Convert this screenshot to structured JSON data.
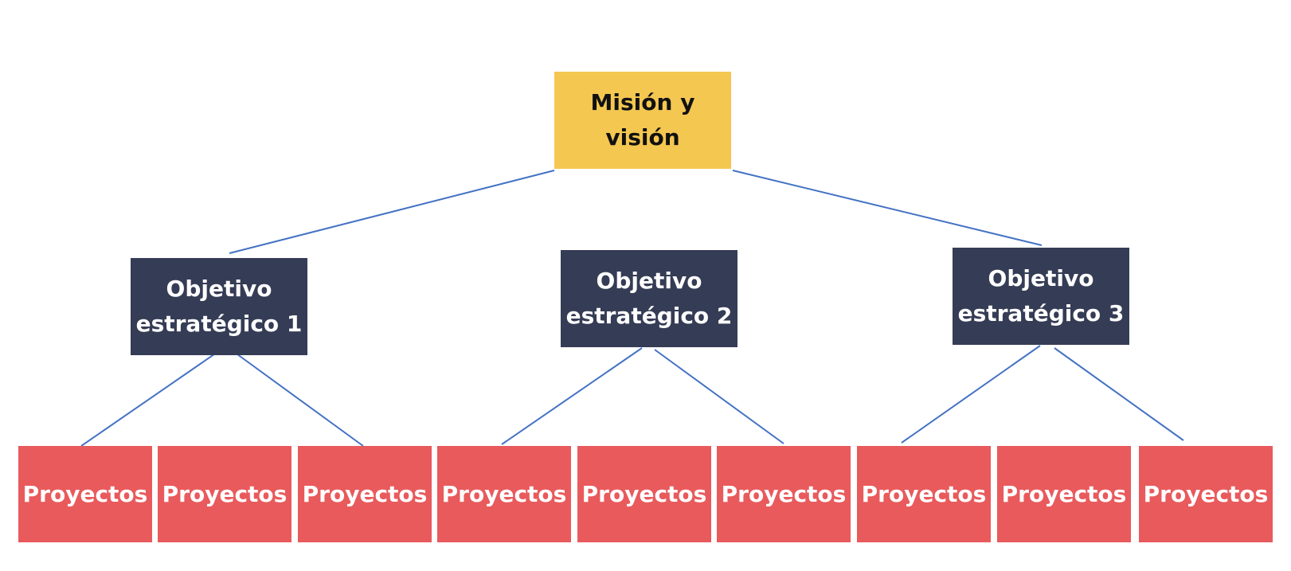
{
  "colors": {
    "mission_fill": "#F4C751",
    "mission_text": "#111111",
    "objective_fill": "#353C55",
    "objective_text": "#FFFFFF",
    "project_fill": "#E95A5C",
    "project_text": "#FFFFFF",
    "connector": "#4472C4"
  },
  "mission": {
    "label": "Misión y\nvisión"
  },
  "objectives": [
    {
      "label": "Objetivo\nestratégico 1"
    },
    {
      "label": "Objetivo\nestratégico 2"
    },
    {
      "label": "Objetivo\nestratégico 3"
    }
  ],
  "projects": [
    {
      "label": "Proyectos"
    },
    {
      "label": "Proyectos"
    },
    {
      "label": "Proyectos"
    },
    {
      "label": "Proyectos"
    },
    {
      "label": "Proyectos"
    },
    {
      "label": "Proyectos"
    },
    {
      "label": "Proyectos"
    },
    {
      "label": "Proyectos"
    },
    {
      "label": "Proyectos"
    }
  ]
}
